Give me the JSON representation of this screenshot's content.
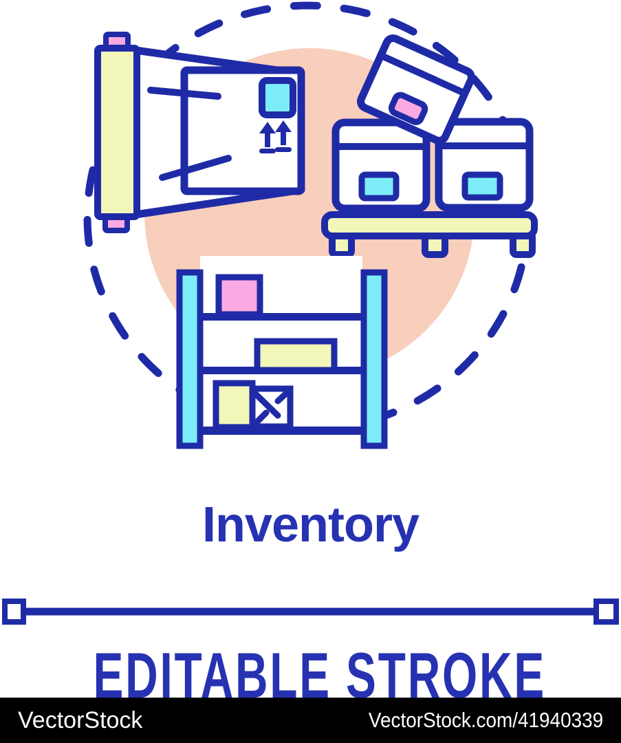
{
  "illustration": {
    "title": "Inventory",
    "stroke_label": "EDITABLE STROKE",
    "icons": [
      "dashed-circle-frame",
      "peach-background-circle",
      "conveyor-roller-icon",
      "package-box-icon",
      "this-way-up-arrows-icon",
      "tilted-box-icon",
      "boxes-on-pallet-icon",
      "pallet-icon",
      "storage-rack-icon",
      "dispatch-arrow-box-icon",
      "editable-stroke-line"
    ]
  },
  "watermark": {
    "left": "VectorStock",
    "right": "VectorStock.com/41940339"
  },
  "colors": {
    "outline": "#1F2BA6",
    "title": "#2632B2",
    "peach": "#F8CEBC",
    "yellow": "#F2F6B9",
    "pink": "#FAA9E2",
    "cyan": "#7CEDF8",
    "white": "#FFFFFF",
    "watermarkBg": "#000000",
    "watermarkText": "#FFFFFF"
  }
}
